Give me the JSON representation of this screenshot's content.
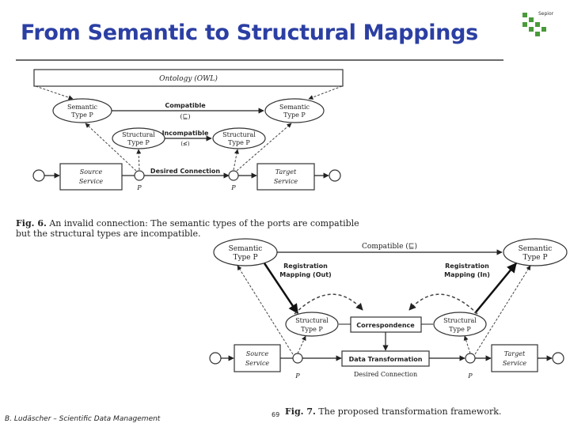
{
  "slide": {
    "title": "From Semantic to Structural Mappings",
    "footer": "B. Ludäscher – Scientific Data Management",
    "page_number": "69",
    "logo_text": "Sepior"
  },
  "fig6": {
    "ontology": "Ontology (OWL)",
    "semantic_out_1": "Semantic",
    "semantic_out_2": "Type P",
    "semantic_in_1": "Semantic",
    "semantic_in_2": "Type P",
    "compatible": "Compatible",
    "compatible_sym": "(⊑)",
    "incompatible": "Incompatible",
    "incompatible_sym": "(≰)",
    "structural_out_1": "Structural",
    "structural_out_2": "Type P",
    "structural_in_1": "Structural",
    "structural_in_2": "Type P",
    "source_1": "Source",
    "source_2": "Service",
    "target_1": "Target",
    "target_2": "Service",
    "desired": "Desired Connection",
    "port_out": "P",
    "port_in": "P",
    "caption_label": "Fig. 6.",
    "caption_text": "An invalid connection: The semantic types of the ports are compatible but the structural types are incompatible."
  },
  "fig7": {
    "semantic_out_1": "Semantic",
    "semantic_out_2": "Type P",
    "semantic_in_1": "Semantic",
    "semantic_in_2": "Type P",
    "compatible": "Compatible (⊑)",
    "reg_out_1": "Registration",
    "reg_out_2": "Mapping (Out)",
    "reg_in_1": "Registration",
    "reg_in_2": "Mapping (In)",
    "structural_out_1": "Structural",
    "structural_out_2": "Type P",
    "structural_in_1": "Structural",
    "structural_in_2": "Type P",
    "correspondence": "Correspondence",
    "data_transformation": "Data Transformation",
    "source_1": "Source",
    "source_2": "Service",
    "target_1": "Target",
    "target_2": "Service",
    "desired": "Desired Connection",
    "port_out": "P",
    "port_in": "P",
    "caption_label": "Fig. 7.",
    "caption_text": "The proposed transformation framework."
  },
  "colors": {
    "title": "#2b3fa3",
    "logo": "#4a9a3a"
  }
}
